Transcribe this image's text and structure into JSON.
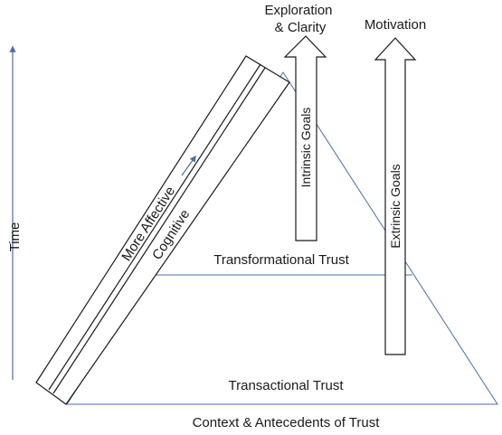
{
  "labels": {
    "time": "Time",
    "top_left": "Exploration\n& Clarity",
    "top_left_line1": "Exploration",
    "top_left_line2": "& Clarity",
    "motivation": "Motivation",
    "intrinsic_goals": "Intrinsic Goals",
    "extrinsic_goals": "Extrinsic Goals",
    "more_affective": "More Affective",
    "cognitive": "Cognitive",
    "transformational_trust": "Transformational Trust",
    "transactional_trust": "Transactional Trust",
    "context": "Context & Antecedents of Trust"
  },
  "colors": {
    "line_blue": "#4a6fa5",
    "outline": "#1a1a1a",
    "background": "#ffffff"
  }
}
